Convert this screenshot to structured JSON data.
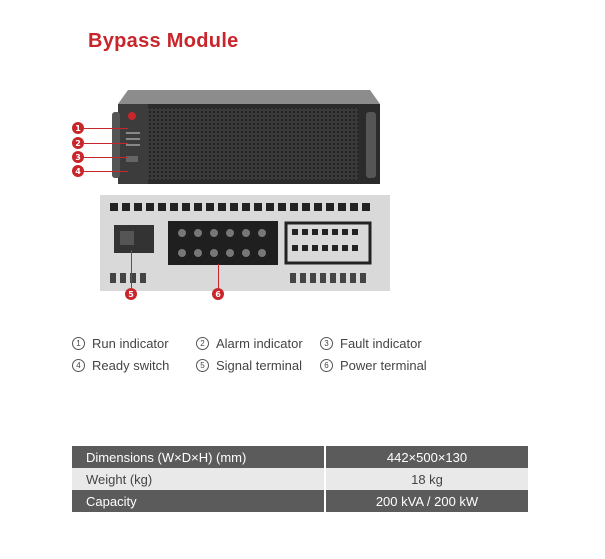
{
  "title": "Bypass Module",
  "callouts": [
    "1",
    "2",
    "3",
    "4",
    "5",
    "6"
  ],
  "legend": [
    [
      {
        "num": "1",
        "label": "Run indicator"
      },
      {
        "num": "2",
        "label": "Alarm indicator"
      },
      {
        "num": "3",
        "label": "Fault indicator"
      }
    ],
    [
      {
        "num": "4",
        "label": "Ready switch"
      },
      {
        "num": "5",
        "label": "Signal terminal"
      },
      {
        "num": "6",
        "label": "Power terminal"
      }
    ]
  ],
  "specs": [
    {
      "key": "Dimensions (W×D×H) (mm)",
      "value": "442×500×130"
    },
    {
      "key": "Weight (kg)",
      "value": "18 kg"
    },
    {
      "key": "Capacity",
      "value": "200 kVA / 200 kW"
    }
  ],
  "colors": {
    "accent": "#c8262b",
    "table_dark": "#5b5b5b",
    "table_light": "#e9e9e9"
  }
}
